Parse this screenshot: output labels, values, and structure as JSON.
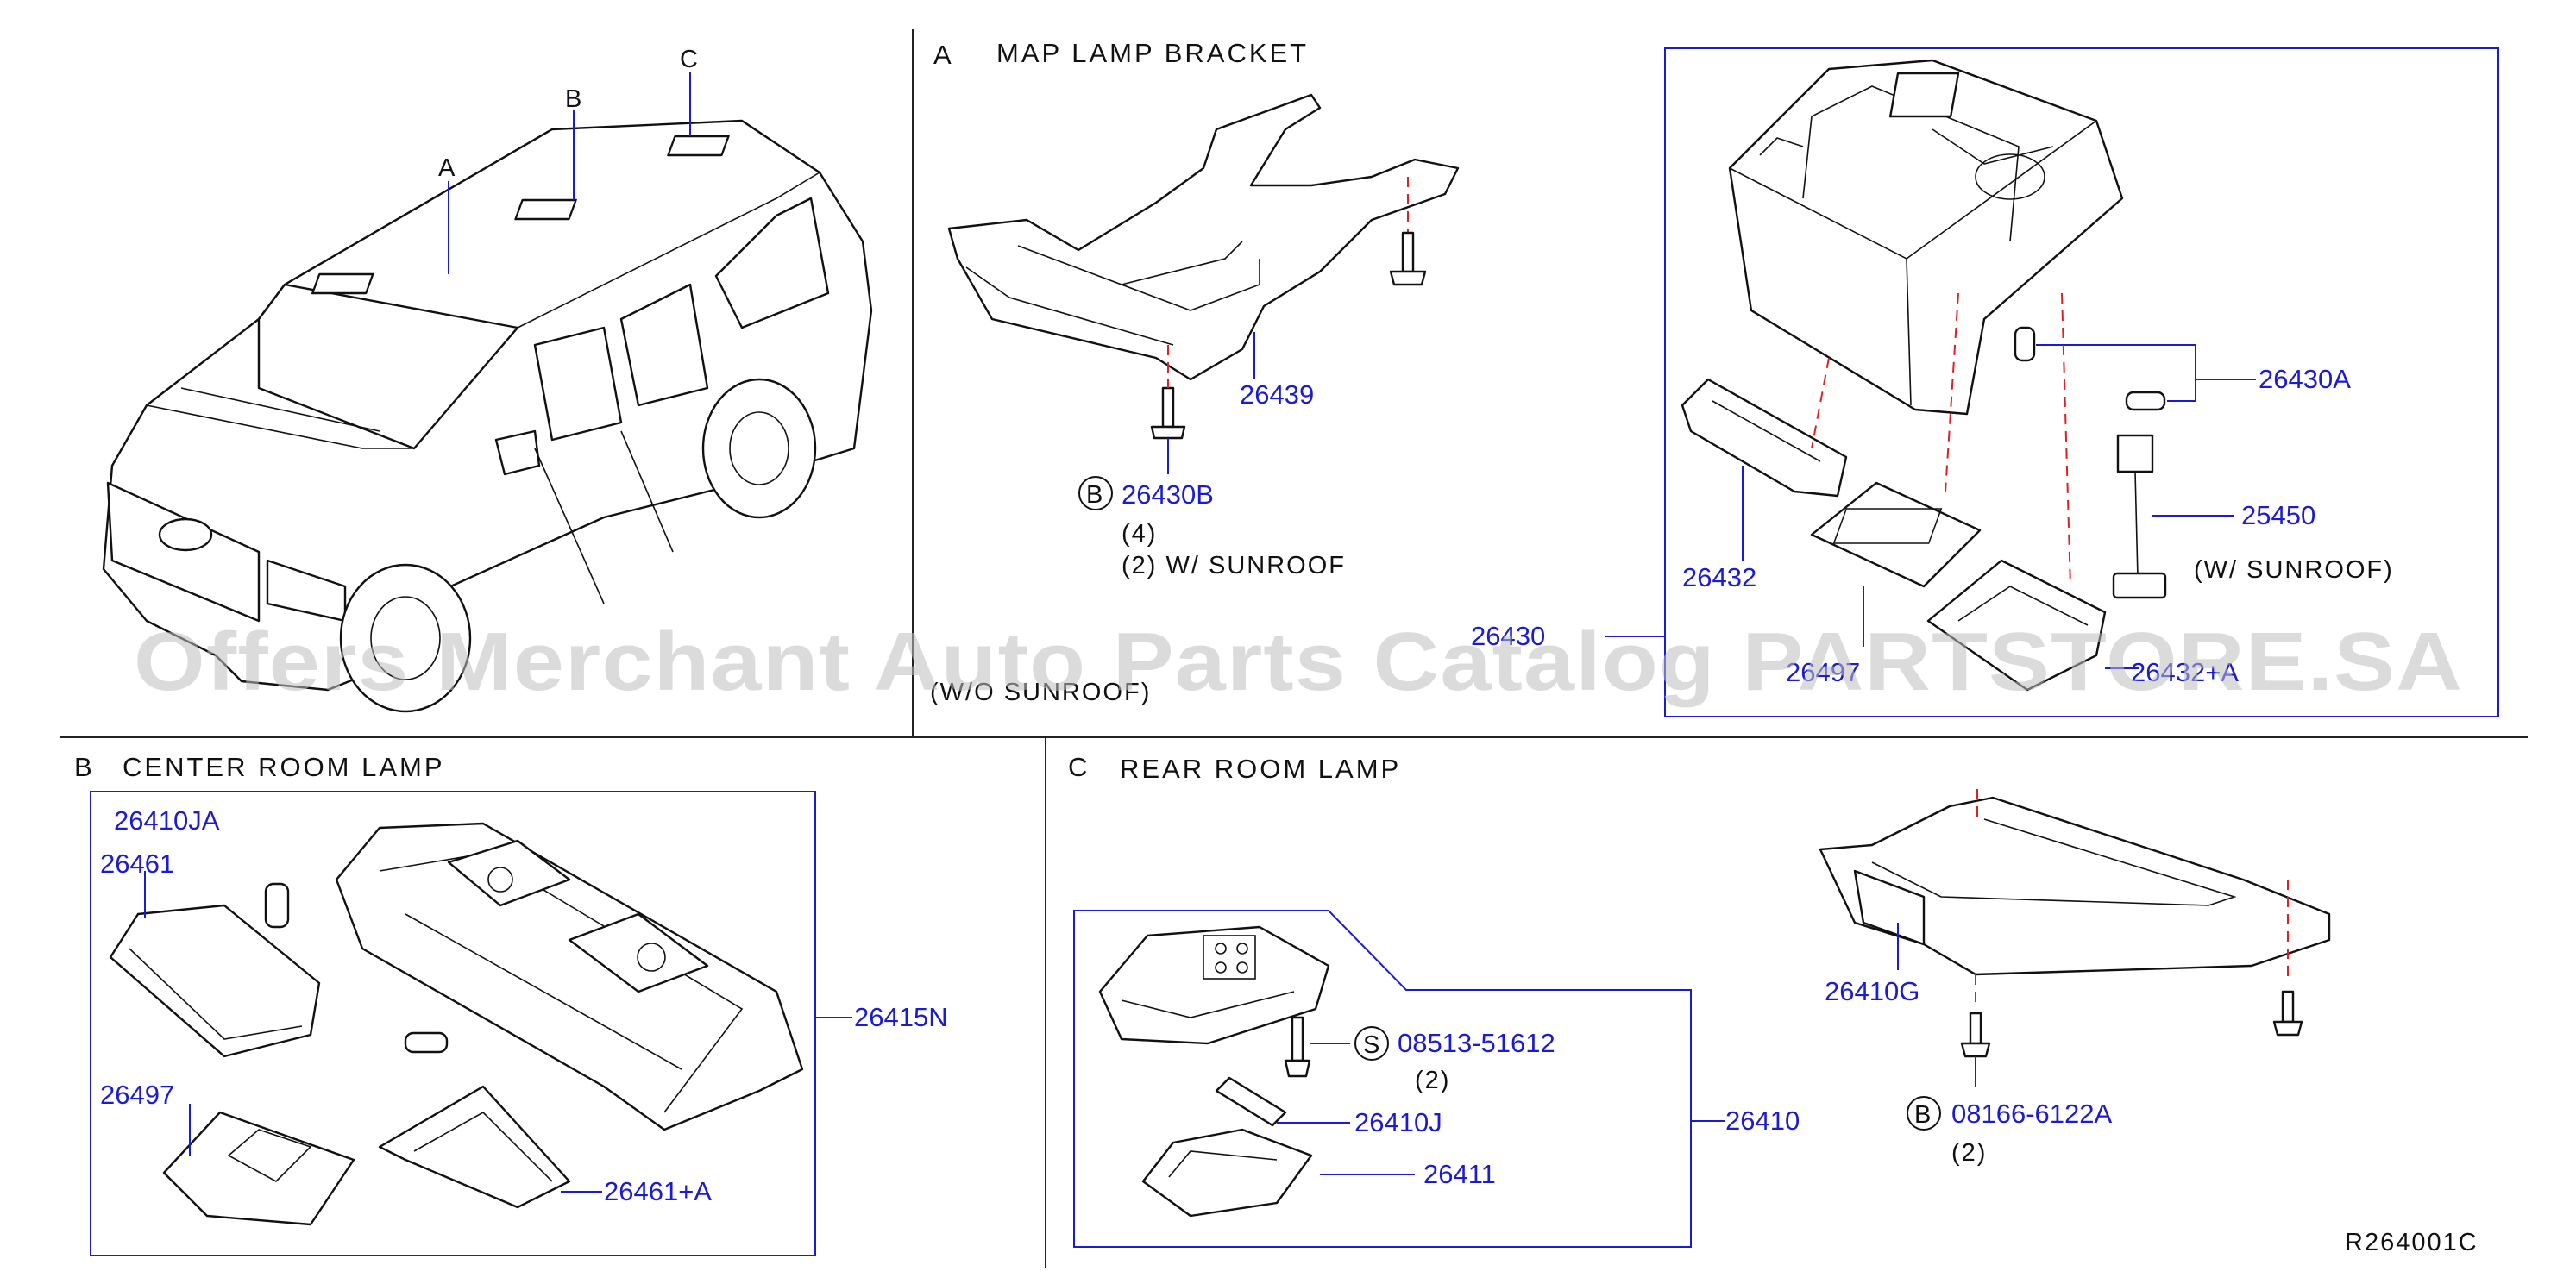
{
  "watermark": "Offers Merchant Auto Parts Catalog PARTSTORE.SA",
  "footer_code": "R264001C",
  "vehicle": {
    "callouts": [
      "A",
      "B",
      "C"
    ]
  },
  "section_a": {
    "letter": "A",
    "title": "MAP   LAMP   BRACKET",
    "parts": {
      "bracket": "26439",
      "screw": "26430B",
      "screw_symbol": "B",
      "screw_qty1": "(4)",
      "screw_qty2": "(2)   W/   SUNROOF",
      "lamp_assy": "26430",
      "bulb": "26430A",
      "switch": "25450",
      "switch_note": "(W/   SUNROOF)",
      "lens_left": "26432",
      "lens_mid": "26497",
      "lens_right": "26432+A",
      "wo_note": "(W/O   SUNROOF)"
    }
  },
  "section_b": {
    "letter": "B",
    "title": "CENTER   ROOM   LAMP",
    "parts": {
      "bulb_top": "26410JA",
      "lens_top": "26461",
      "lens_bottom": "26497",
      "lens_right": "26461+A",
      "lamp_assy": "26415N"
    }
  },
  "section_c": {
    "letter": "C",
    "title": "REAR   ROOM   LAMP",
    "parts": {
      "screw": "08513-51612",
      "screw_symbol": "S",
      "screw_qty": "(2)",
      "bulb": "26410J",
      "lens": "26411",
      "lamp_assy": "26410",
      "bracket": "26410G",
      "bolt": "08166-6122A",
      "bolt_symbol": "B",
      "bolt_qty": "(2)"
    }
  }
}
